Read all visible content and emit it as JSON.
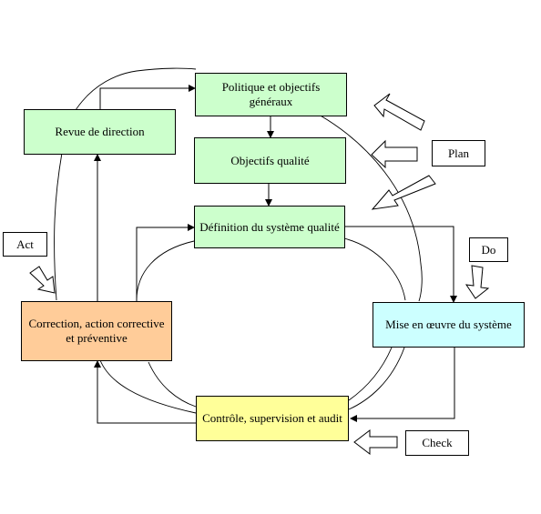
{
  "boxes": {
    "revue": "Revue de direction",
    "politique": "Politique et objectifs généraux",
    "objectifs": "Objectifs qualité",
    "definition": "Définition du système qualité",
    "mise": "Mise en œuvre du système",
    "controle": "Contrôle, supervision et audit",
    "correction": "Correction, action corrective et préventive"
  },
  "labels": {
    "plan": "Plan",
    "do": "Do",
    "check": "Check",
    "act": "Act"
  },
  "colors": {
    "green": "#ccffcc",
    "orange": "#ffcc99",
    "cyan": "#ccffff",
    "yellow": "#ffff99"
  }
}
